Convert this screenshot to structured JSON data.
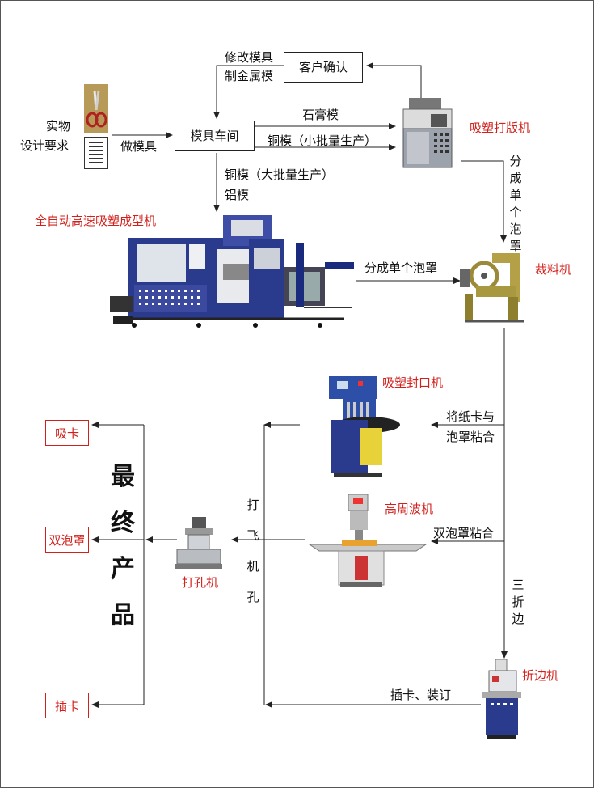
{
  "colors": {
    "accent_red": "#d2201c",
    "machine_blue": "#2a3a8c",
    "machine_yellow": "#e8d23a"
  },
  "nodes": {
    "sample_label": "实物",
    "design_label": "设计要求",
    "make_mold": "做模具",
    "mold_shop": "模具车间",
    "customer_confirm": "客户确认",
    "modify_mold": "修改模具",
    "metal_mold": "制金属模",
    "plaster_mold": "石膏模",
    "copper_small": "铜模（小批量生产）",
    "copper_large": "铜模（大批量生产）",
    "aluminum_mold": "铝模",
    "proof_machine": "吸塑打版机",
    "split_vertical": "分成单个泡罩",
    "auto_machine": "全自动高速吸塑成型机",
    "split_horizontal": "分成单个泡罩",
    "cutting_machine": "裁料机",
    "sealing_machine": "吸塑封口机",
    "bond_card_line1": "将纸卡与",
    "bond_card_line2": "泡罩粘合",
    "hf_machine": "高周波机",
    "double_bond": "双泡罩粘合",
    "tri_fold": "三折边",
    "fold_machine": "折边机",
    "insert_bind": "插卡、装订",
    "punch_fly": "打飞机孔",
    "punch_machine": "打孔机",
    "final_product": "最终产品",
    "out_card": "吸卡",
    "out_double": "双泡罩",
    "out_insert": "插卡"
  },
  "icons": [
    "scissors-photo",
    "document-icon",
    "proof-machine-photo",
    "auto-forming-machine-photo",
    "cutting-machine-photo",
    "sealing-machine-photo",
    "hf-welding-machine-photo",
    "punch-machine-photo",
    "folding-machine-photo"
  ]
}
